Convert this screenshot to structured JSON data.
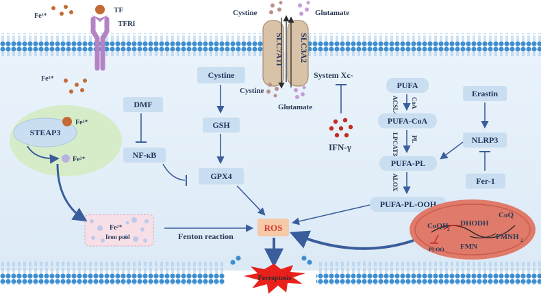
{
  "title": "",
  "labels": {
    "fe3_out": "Fe³⁺",
    "tf": "TF",
    "tfr1": "TFRl",
    "cystine_top": "Cystine",
    "glutamate_top": "Glutamate",
    "slc7a11": "SLC7A11",
    "slc3a2": "SLC3A2",
    "system_xc": "System Xc-",
    "cystine_in": "Cystine",
    "glutamate_in": "Glutamate",
    "ifn": "IFN-γ",
    "fe3_in": "Fe³⁺",
    "steap3": "STEAP3",
    "fe3_steap": "Fe³⁺",
    "fe2_steap": "Fe²⁺",
    "dmf": "DMF",
    "nfkb": "NF-κB",
    "cystine_box": "Cystine",
    "gsh": "GSH",
    "gpx4": "GPX4",
    "pufa": "PUFA",
    "acsl4": "ACSL4",
    "coa": "CoA",
    "pufa_coa": "PUFA-CoA",
    "lpcat3": "LPCAT3",
    "pl": "PL",
    "pufa_pl": "PUFA-PL",
    "alox": "ALOX",
    "pufa_pl_ooh": "PUFA-PL-OOH",
    "erastin": "Erastin",
    "nlrp3": "NLRP3",
    "fer1": "Fer-1",
    "fe2_pool": "Fe²⁺",
    "iron_pool": "Iron pool",
    "fenton": "Fenton reaction",
    "ros": "ROS",
    "ferroptosis": "Ferroptosis",
    "coqh2": "CoQH",
    "coqh2_sub": "2",
    "dhodh": "DHODH",
    "coq": "CoQ",
    "fmnh2": "FMNH",
    "fmnh2_sub": "2",
    "fmn": "FMN",
    "ploo": "PLOO"
  },
  "colors": {
    "membrane_head": "#3f8fd0",
    "membrane_tail": "#9ec6e8",
    "cytoplasm": "#e7f1fa",
    "box_fill": "#c9dff1",
    "arrow": "#3a5d9c",
    "ros_fill": "#f6c9a8",
    "ros_text": "#d43a2f",
    "ferroptosis_fill": "#e8211d",
    "mito_fill": "#e07a6a",
    "steap_bg": "#d6ecc8",
    "iron_pool_bg": "#f7dfe8",
    "iron_dot": "#c46a35",
    "ifn_dot": "#c42b20",
    "receptor": "#b483c3"
  },
  "icons": [
    "tf-receptor-icon",
    "transporter-icon",
    "mitochondrion-icon",
    "ferroptosis-burst-icon"
  ]
}
